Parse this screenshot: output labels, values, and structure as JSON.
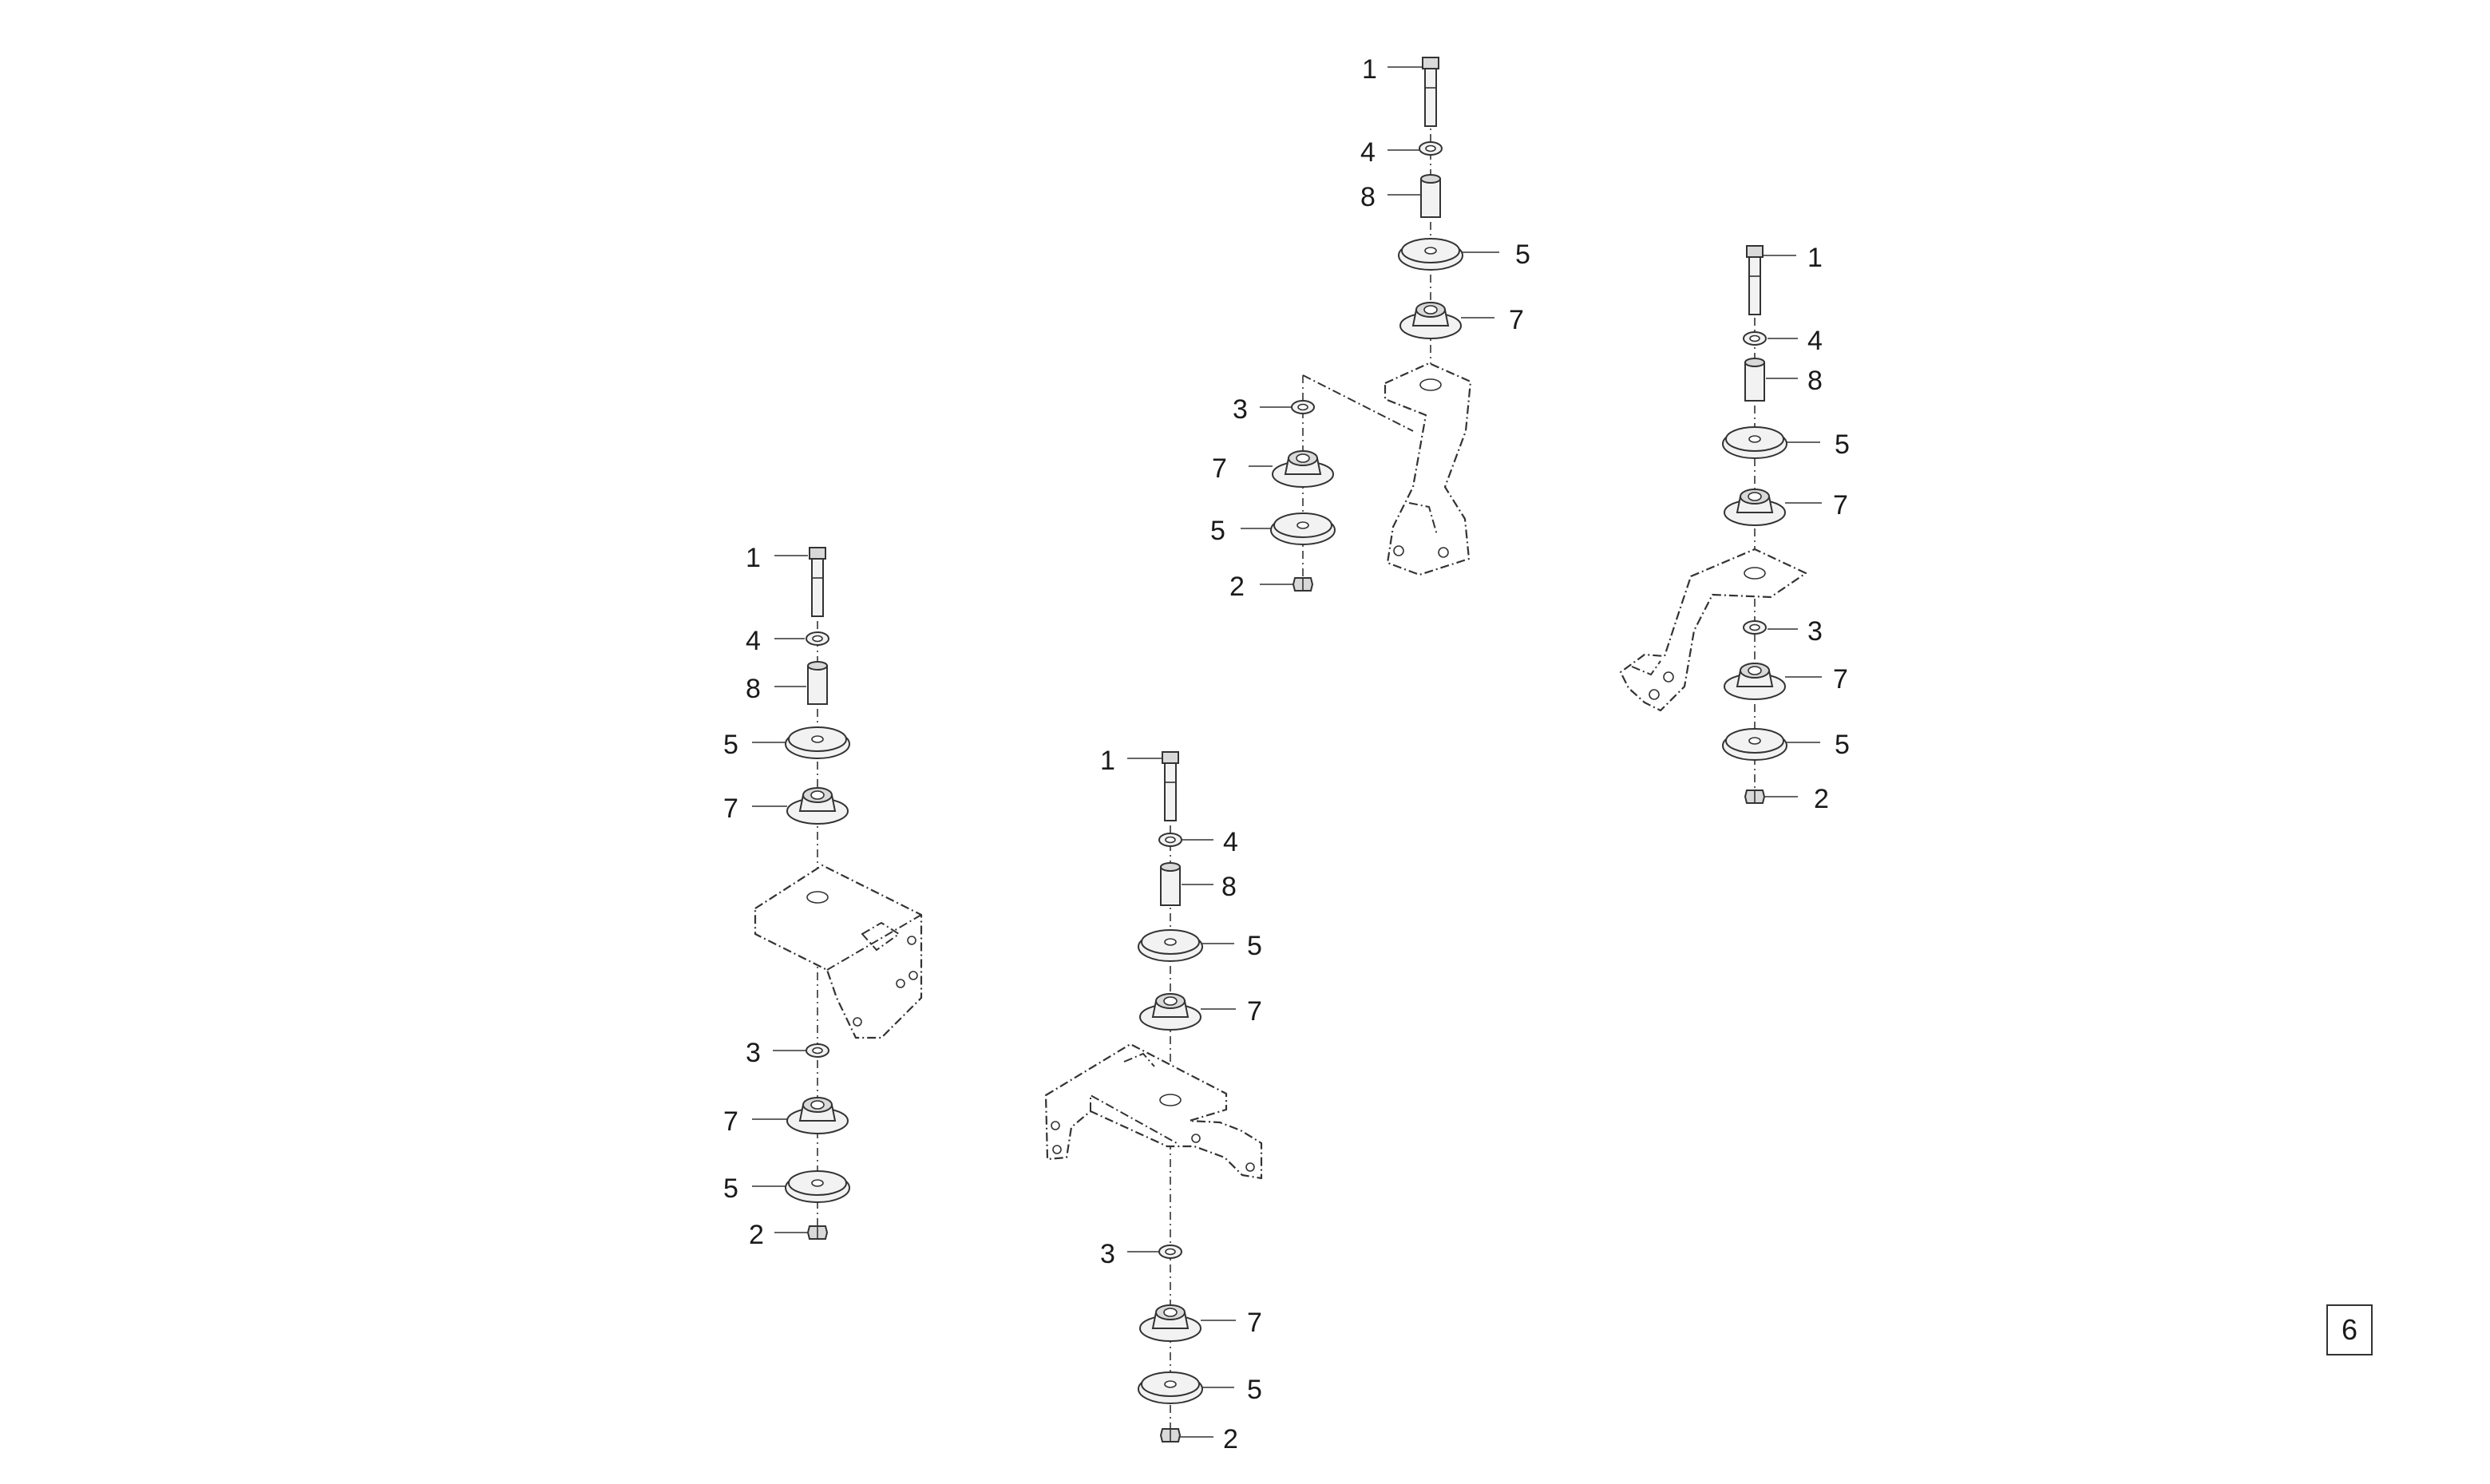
{
  "callouts": {
    "bolt": "1",
    "nut": "2",
    "lower_washer": "3",
    "upper_washer": "4",
    "cup_washer": "5",
    "rubber_mount": "7",
    "spacer": "8"
  },
  "page_number": "6",
  "colors": {
    "line": "#333333",
    "fill": "#f2f2f2",
    "background": "#ffffff"
  }
}
